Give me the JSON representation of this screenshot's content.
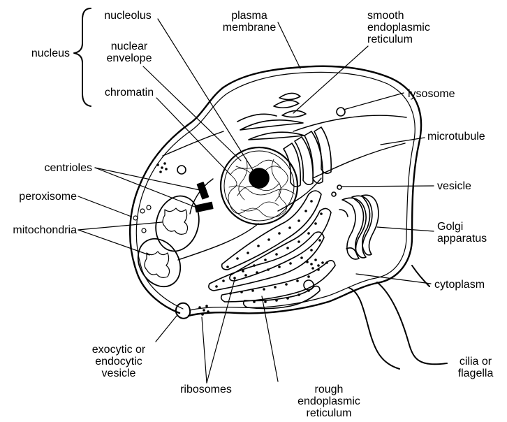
{
  "labels": {
    "nucleus": "nucleus",
    "nucleolus": "nucleolus",
    "nuclear_envelope": "nuclear\nenvelope",
    "chromatin": "chromatin",
    "plasma_membrane": "plasma\nmembrane",
    "smooth_er": "smooth\nendoplasmic\nreticulum",
    "lysosome": "lysosome",
    "microtubule": "microtubule",
    "centrioles": "centrioles",
    "vesicle": "vesicle",
    "peroxisome": "peroxisome",
    "mitochondria": "mitochondria",
    "golgi": "Golgi\napparatus",
    "cytoplasm": "cytoplasm",
    "exocytic": "exocytic or\nendocytic\nvesicle",
    "ribosomes": "ribosomes",
    "rough_er": "rough\nendoplasmic\nreticulum",
    "cilia": "cilia or\nflagella"
  },
  "colors": {
    "ink": "#000000",
    "background": "#ffffff"
  }
}
